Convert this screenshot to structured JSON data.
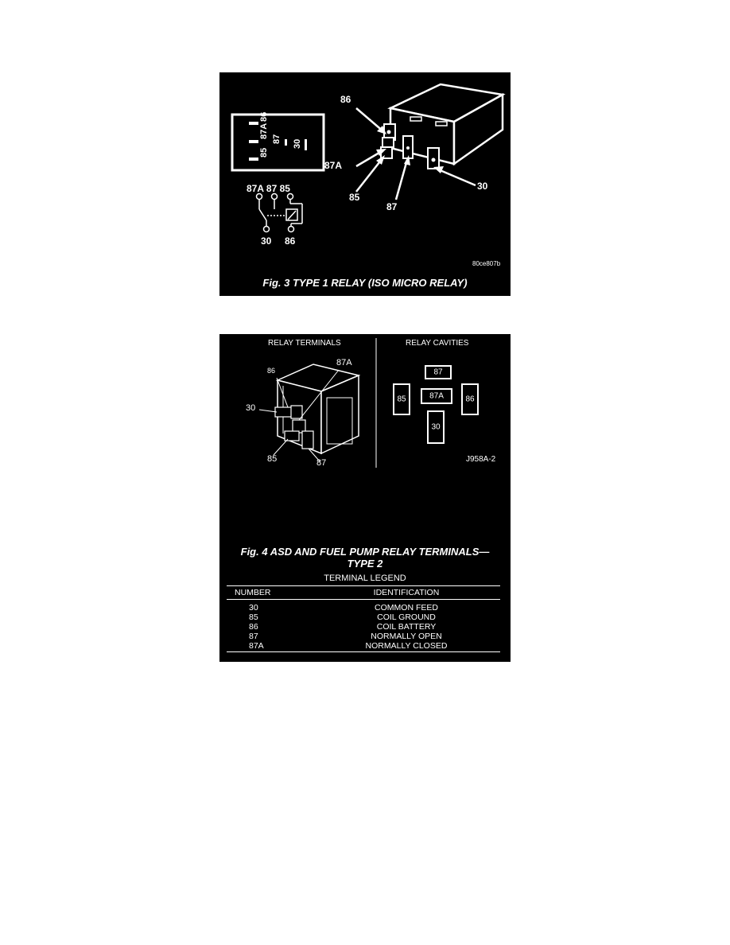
{
  "figure3": {
    "caption": "Fig. 3 TYPE 1 RELAY (ISO MICRO RELAY)",
    "code": "80ce807b",
    "pin_map_labels": [
      "85",
      "87A",
      "86",
      "87",
      "30"
    ],
    "schematic_labels": {
      "top": "87A 87 85",
      "bottom_left": "30",
      "bottom_right": "86"
    },
    "callouts": [
      "86",
      "87A",
      "85",
      "87",
      "30"
    ]
  },
  "figure4": {
    "caption_line1": "Fig. 4 ASD AND FUEL PUMP RELAY TERMINALS—",
    "caption_line2": "TYPE 2",
    "relay_terminals_title": "RELAY TERMINALS",
    "relay_cavities_title": "RELAY CAVITIES",
    "terminal_callouts": [
      "86",
      "87A",
      "30",
      "85",
      "87"
    ],
    "cavities": {
      "top": "87",
      "left": "85",
      "center": "87A",
      "right": "86",
      "bottom": "30"
    },
    "code": "J958A-2",
    "legend": {
      "title": "TERMINAL LEGEND",
      "headers": [
        "NUMBER",
        "IDENTIFICATION"
      ],
      "rows": [
        [
          "30",
          "COMMON FEED"
        ],
        [
          "85",
          "COIL GROUND"
        ],
        [
          "86",
          "COIL BATTERY"
        ],
        [
          "87",
          "NORMALLY OPEN"
        ],
        [
          "87A",
          "NORMALLY CLOSED"
        ]
      ]
    }
  }
}
